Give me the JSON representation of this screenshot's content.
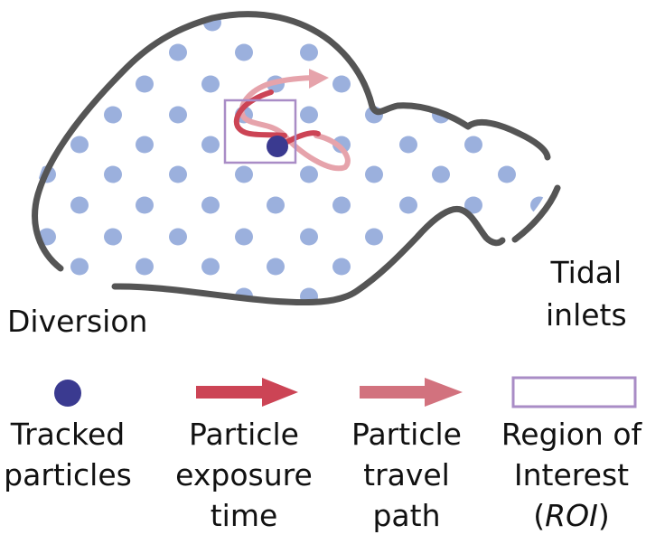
{
  "labels": {
    "diversion": "Diversion",
    "tidal_line1": "Tidal",
    "tidal_line2": "inlets"
  },
  "legend": {
    "tracked_line1": "Tracked",
    "tracked_line2": "particles",
    "exposure_line1": "Particle",
    "exposure_line2": "exposure",
    "exposure_line3": "time",
    "travel_line1": "Particle",
    "travel_line2": "travel",
    "travel_line3": "path",
    "roi_line1": "Region of",
    "roi_line2": "Interest",
    "roi_open": "(",
    "roi_abbr": "ROI",
    "roi_close": ")"
  },
  "colors": {
    "dots": "#9bb0dd",
    "particle": "#3a3a90",
    "exposure": "#cc4455",
    "travel": "#d2727e",
    "roi": "#a98cc6",
    "outline": "#555555"
  }
}
